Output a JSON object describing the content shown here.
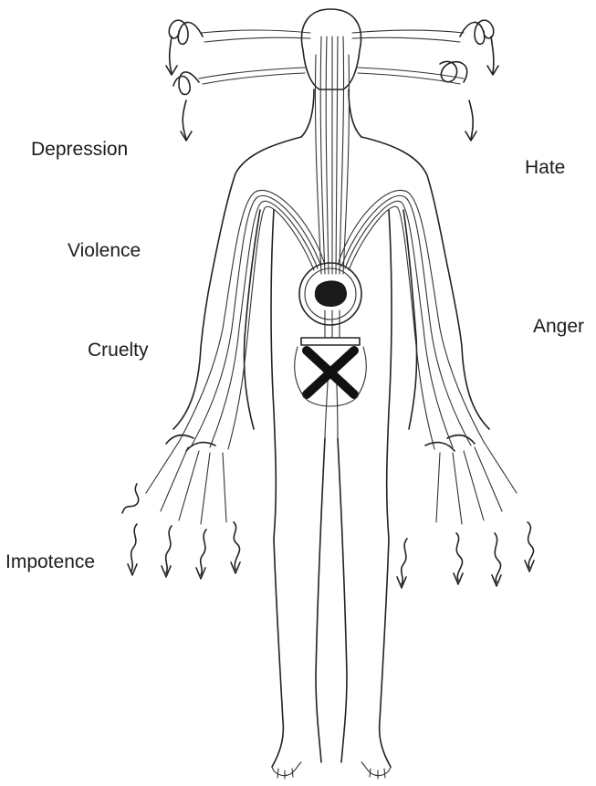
{
  "labels": {
    "depression": "Depression",
    "hate": "Hate",
    "violence": "Violence",
    "anger": "Anger",
    "cruelty": "Cruelty",
    "impotence": "Impotence"
  },
  "colors": {
    "line": "#222222",
    "background": "#ffffff",
    "text": "#1c1c1c"
  }
}
